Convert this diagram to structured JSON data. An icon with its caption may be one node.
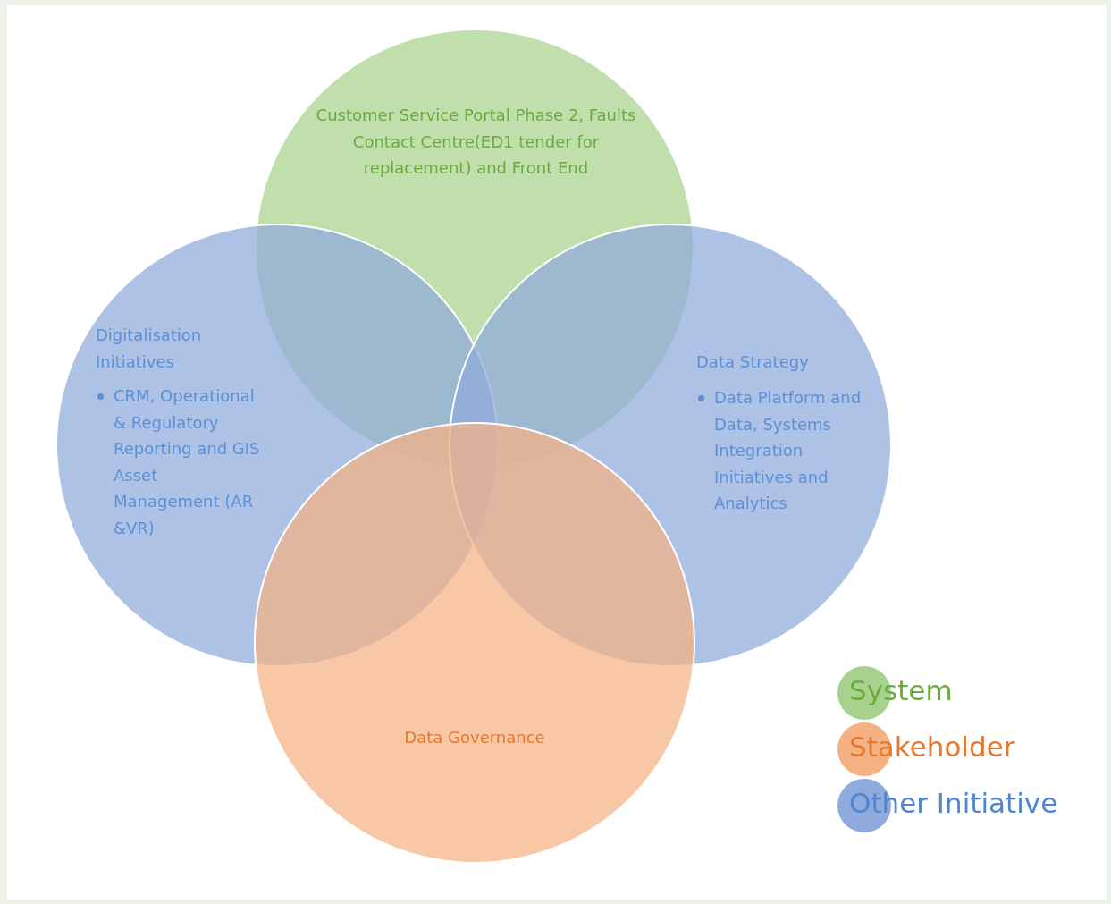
{
  "diagram": {
    "nodes": [
      {
        "text": [
          "Customer Service Portal Phase 2, Faults Contact Centre(ED1 tender for replacement) and Front End"
        ]
      },
      {
        "text": [
          "Digitalisation Initiatives",
          "CRM, Operational & Regulatory Reporting and GIS Asset Management (AR &VR)"
        ]
      },
      {
        "text": [
          "Data Strategy",
          "Data Platform and Data, Systems Integration Initiatives and Analytics"
        ]
      },
      {
        "text": [
          "Data Governance"
        ]
      }
    ],
    "edges": [],
    "legend": [
      {
        "text": "System",
        "color": "#a9d18e"
      },
      {
        "text": "Stakeholder",
        "color": "#f4b183"
      },
      {
        "text": "Other Initiative",
        "color": "#8faadc"
      }
    ]
  }
}
